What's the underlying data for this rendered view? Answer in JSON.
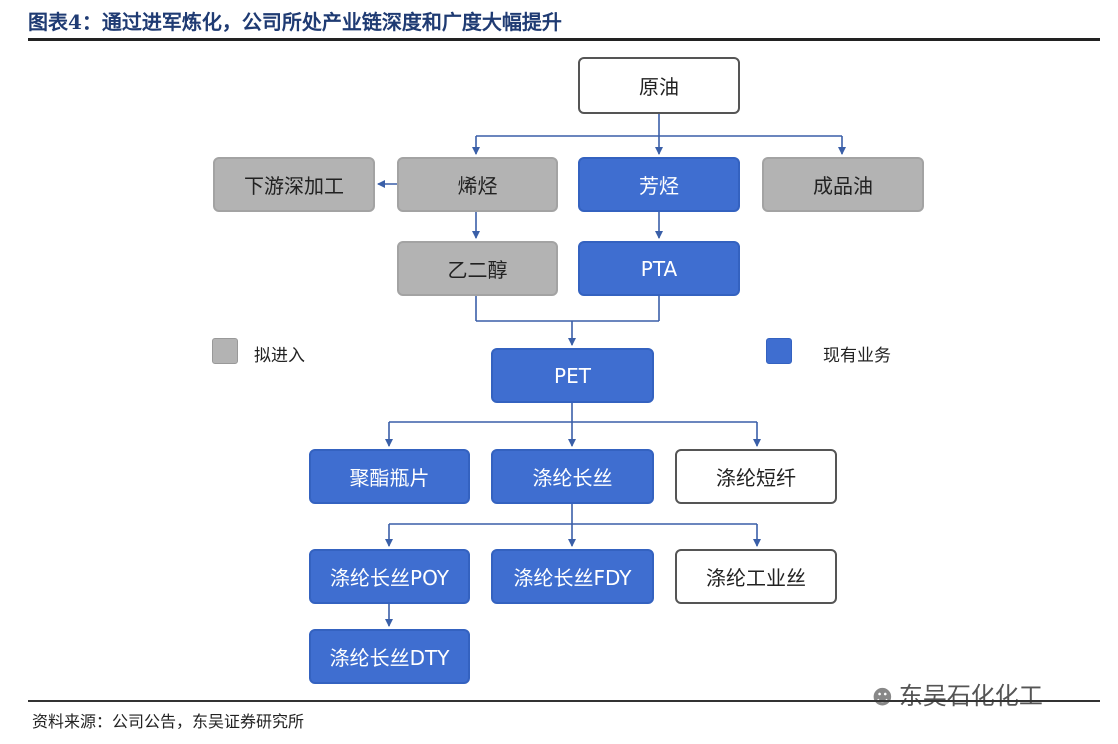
{
  "header": {
    "title": "图表4：通过进军炼化，公司所处产业链深度和广度大幅提升"
  },
  "nodes": {
    "crude": "原油",
    "downstream": "下游深加工",
    "olefins": "烯烃",
    "aromatics": "芳烃",
    "refined_oil": "成品油",
    "meg": "乙二醇",
    "pta": "PTA",
    "pet": "PET",
    "bottle_chip": "聚酯瓶片",
    "filament": "涤纶长丝",
    "staple": "涤纶短纤",
    "poy": "涤纶长丝POY",
    "fdy": "涤纶长丝FDY",
    "industrial": "涤纶工业丝",
    "dty": "涤纶长丝DTY"
  },
  "legend": {
    "planned": "拟进入",
    "existing": "现有业务"
  },
  "colors": {
    "existing": "#3f6ed0",
    "planned": "#b3b3b3",
    "title": "#1f3b73"
  },
  "footer": {
    "source": "资料来源：公司公告，东吴证券研究所",
    "watermark": "东吴石化化工"
  }
}
